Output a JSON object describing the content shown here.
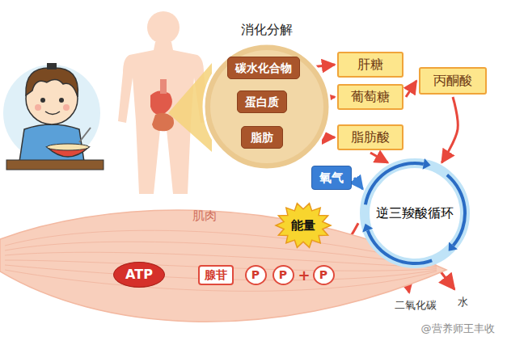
{
  "diagram": {
    "nodes": [
      {
        "text": [
          "消化分解"
        ]
      },
      {
        "text": [
          "碳水化合物"
        ],
        "in": 0
      },
      {
        "text": [
          "蛋白质"
        ],
        "in": 0
      },
      {
        "text": [
          "脂肪"
        ],
        "in": 0
      },
      {
        "text": [
          "肝糖"
        ]
      },
      {
        "text": [
          "葡萄糖"
        ]
      },
      {
        "text": [
          "丙酮酸"
        ]
      },
      {
        "text": [
          "脂肪酸"
        ]
      },
      {
        "text": [
          "氧气"
        ]
      },
      {
        "text": [
          "逆三羧酸循环"
        ]
      },
      {
        "text": [
          "能量"
        ]
      },
      {
        "text": [
          "肌肉"
        ]
      },
      {
        "text": [
          "ATP"
        ],
        "in": 11
      },
      {
        "text": [
          "腺苷"
        ],
        "in": 11
      },
      {
        "text": [
          "P"
        ],
        "in": 11
      },
      {
        "text": [
          "P"
        ],
        "in": 11
      },
      {
        "text": [
          "P"
        ],
        "in": 11
      }
    ],
    "edges": [
      {
        "from": 1,
        "to": 4,
        "arrow": "to"
      },
      {
        "from": 2,
        "to": 5,
        "arrow": "to"
      },
      {
        "from": 5,
        "to": 6,
        "arrow": "to"
      },
      {
        "from": 3,
        "to": 7,
        "arrow": "to"
      },
      {
        "from": 6,
        "to": 9,
        "arrow": "to"
      },
      {
        "from": 7,
        "to": 9,
        "arrow": "to"
      },
      {
        "from": 8,
        "to": 9,
        "arrow": "to"
      },
      {
        "from": 9,
        "to": 16,
        "arrow": "to"
      },
      {
        "from": 13,
        "to": 12,
        "arrow": "to"
      }
    ],
    "labels": [
      "+",
      "二氧化碳",
      "水",
      "@营养师王丰收"
    ]
  }
}
